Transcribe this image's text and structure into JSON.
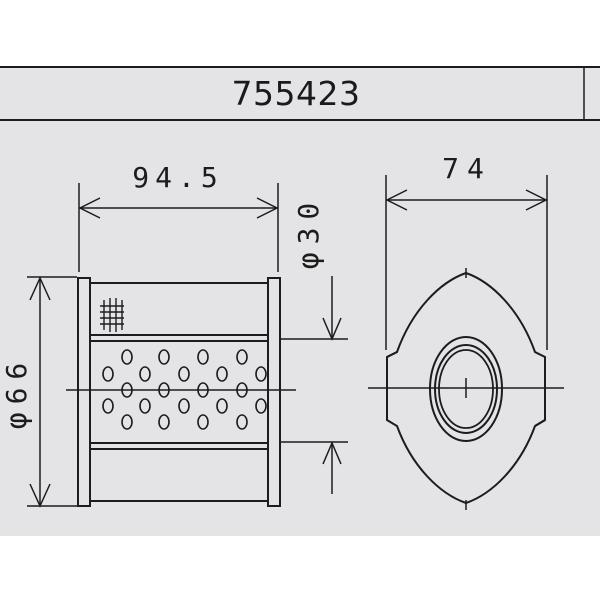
{
  "title": {
    "part_number": "755423"
  },
  "drawing": {
    "side_view": {
      "length_label": "94.5",
      "outer_diameter_label": "φ66",
      "inner_diameter_label": "φ30"
    },
    "end_view": {
      "width_label": "74"
    }
  },
  "colors": {
    "panel_background": "#e4e4e6",
    "line": "#1c1c1c"
  }
}
